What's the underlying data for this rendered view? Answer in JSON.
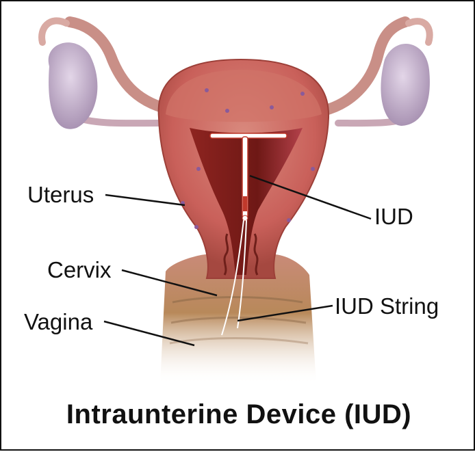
{
  "title": "Intraunterine Device (IUD)",
  "labels": {
    "uterus": "Uterus",
    "cervix": "Cervix",
    "vagina": "Vagina",
    "iud": "IUD",
    "iud_string": "IUD String"
  },
  "colors": {
    "tissue": "#c9605a",
    "tissue_light": "#d98a7e",
    "cavity": "#7a1f1c",
    "ovary": "#c9b6cf",
    "tube": "#d9a8a0",
    "vagina": "#a8806a",
    "device": "#ffffff",
    "device_accent": "#c0392b",
    "leader_line": "#111111"
  }
}
